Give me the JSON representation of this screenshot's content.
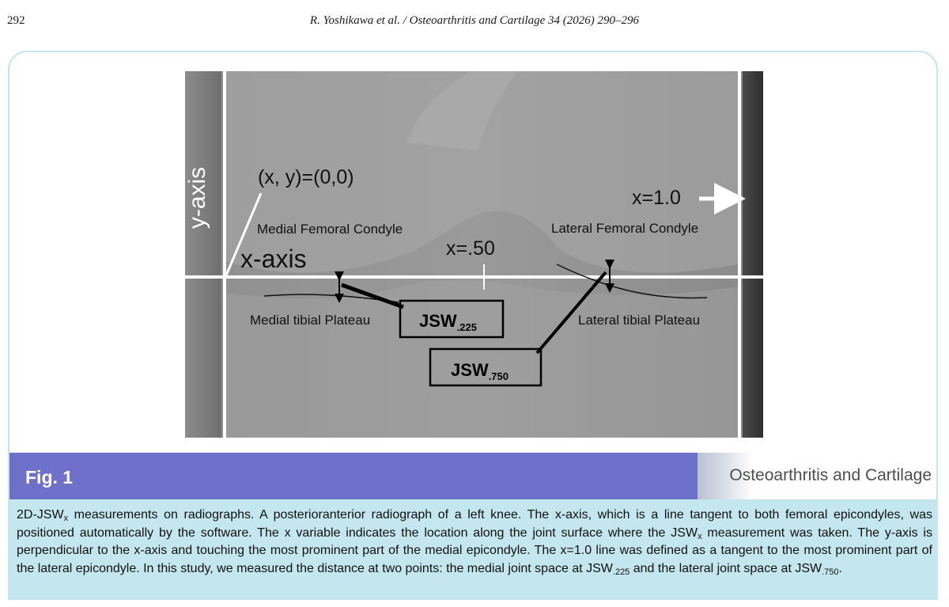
{
  "header": {
    "page_number": "292",
    "running_head": "R. Yoshikawa et al. / Osteoarthritis and Cartilage 34 (2026) 290–296"
  },
  "figure": {
    "label": "Fig. 1",
    "journal_badge": "Osteoarthritis and Cartilage",
    "image_labels": {
      "y_axis": "y-axis",
      "origin": "(x, y)=(0,0)",
      "x_axis": "x-axis",
      "x_one": "x=1.0",
      "x_half": "x=.50",
      "medial_femoral": "Medial Femoral Condyle",
      "lateral_femoral": "Lateral Femoral Condyle",
      "medial_tibial": "Medial tibial Plateau",
      "lateral_tibial": "Lateral tibial Plateau",
      "jsw225_main": "JSW",
      "jsw225_sub": ".225",
      "jsw750_main": "JSW",
      "jsw750_sub": ".750"
    },
    "caption": {
      "p1": "2D-JSW",
      "p1_sub": "x",
      "p2": " measurements on radiographs. A posterioranterior radiograph of a left knee. The x-axis, which is a line tangent to both femoral epicondyles, was positioned automatically by the software. The x variable indicates the location along the joint surface where the JSW",
      "p2_sub": "x",
      "p3": " measurement was taken. The y-axis is perpendicular to the x-axis and touching the most prominent part of the medial epicondyle. The x=1.0 line was defined as a tangent to the most prominent part of the lateral epicondyle. In this study, we measured the distance at two points: the medial joint space at JSW",
      "p3_sub": ".225",
      "p4": " and the lateral joint space at JSW",
      "p4_sub": ".750",
      "p5": "."
    }
  },
  "colors": {
    "figure_border": "#c3e6ef",
    "caption_background": "#c3e6ef",
    "figure_bar": "#6e70c9"
  }
}
